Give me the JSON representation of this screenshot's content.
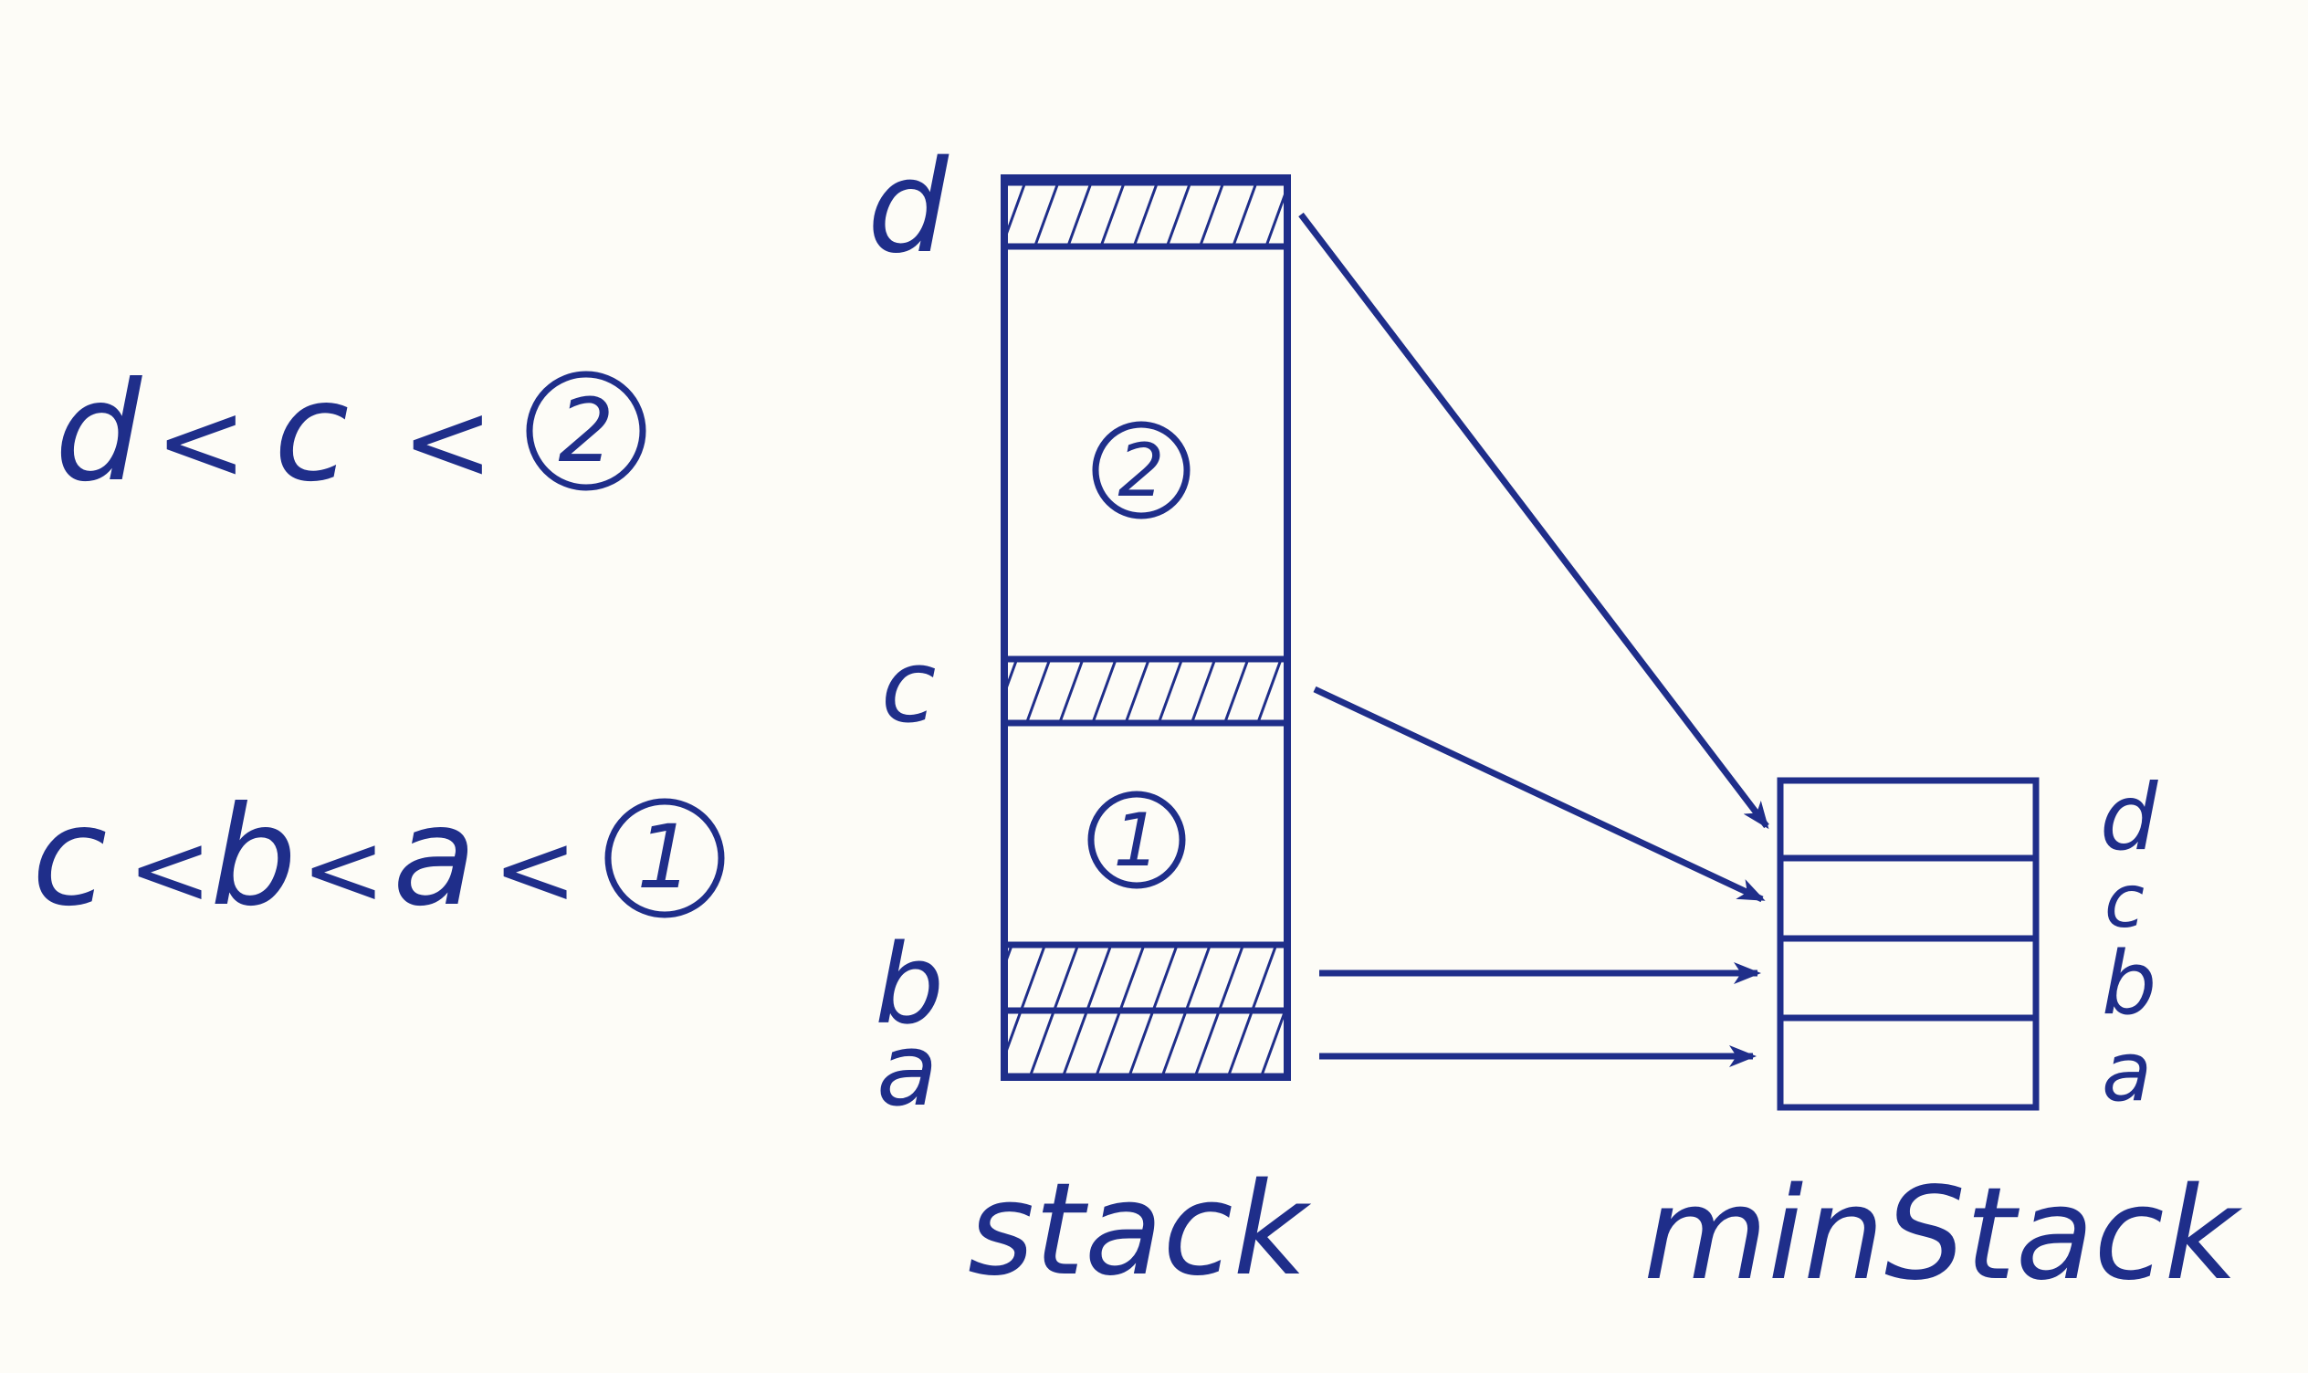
{
  "colors": {
    "ink": "#1f2e8a",
    "paper": "#fdfcf7"
  },
  "inequalities": {
    "upper": {
      "parts": [
        "d",
        "<",
        "c",
        "<"
      ],
      "circled": "2"
    },
    "lower": {
      "parts": [
        "c",
        "<",
        "b",
        "<",
        "a",
        "<"
      ],
      "circled": "1"
    }
  },
  "stack": {
    "caption": "stack",
    "side_labels": [
      "d",
      "c",
      "b",
      "a"
    ],
    "region_labels": [
      "2",
      "1"
    ]
  },
  "min_stack": {
    "caption": "minStack",
    "side_labels": [
      "d",
      "c",
      "b",
      "a"
    ]
  }
}
